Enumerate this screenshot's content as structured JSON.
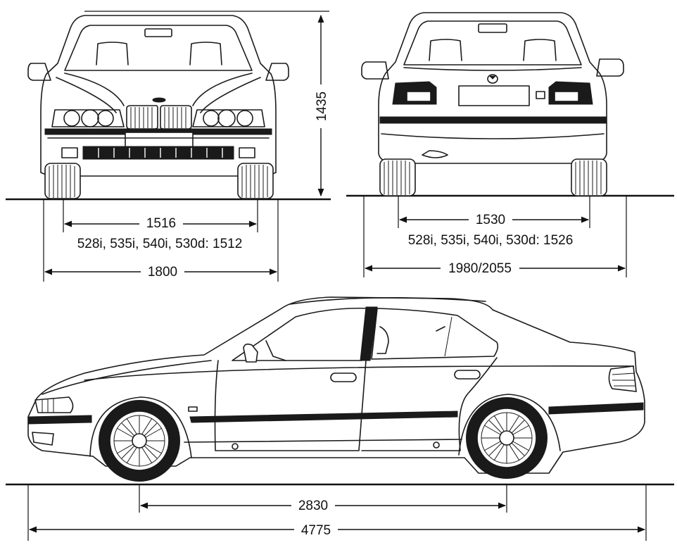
{
  "front_view": {
    "height_label": "1435",
    "track_label": "1516",
    "track_variant_label": "528i, 535i, 540i, 530d: 1512",
    "width_label": "1800"
  },
  "rear_view": {
    "track_label": "1530",
    "track_variant_label": "528i, 535i, 540i, 530d: 1526",
    "width_label": "1980/2055"
  },
  "side_view": {
    "wheelbase_label": "2830",
    "length_label": "4775"
  }
}
